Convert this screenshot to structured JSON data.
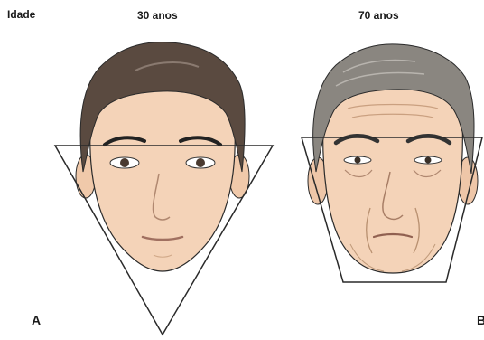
{
  "labels": {
    "row_title": "Idade",
    "young_age": "30 anos",
    "old_age": "70 anos",
    "panel_a": "A",
    "panel_b": "B"
  },
  "colors": {
    "skin": "#f4d3b8",
    "skin_shade": "#e6b898",
    "young_hair": "#5a4a40",
    "old_hair": "#8a8680",
    "outline": "#2a2a2a"
  },
  "shapes": {
    "young_outline": "inverted-triangle",
    "old_outline": "trapezoid"
  }
}
